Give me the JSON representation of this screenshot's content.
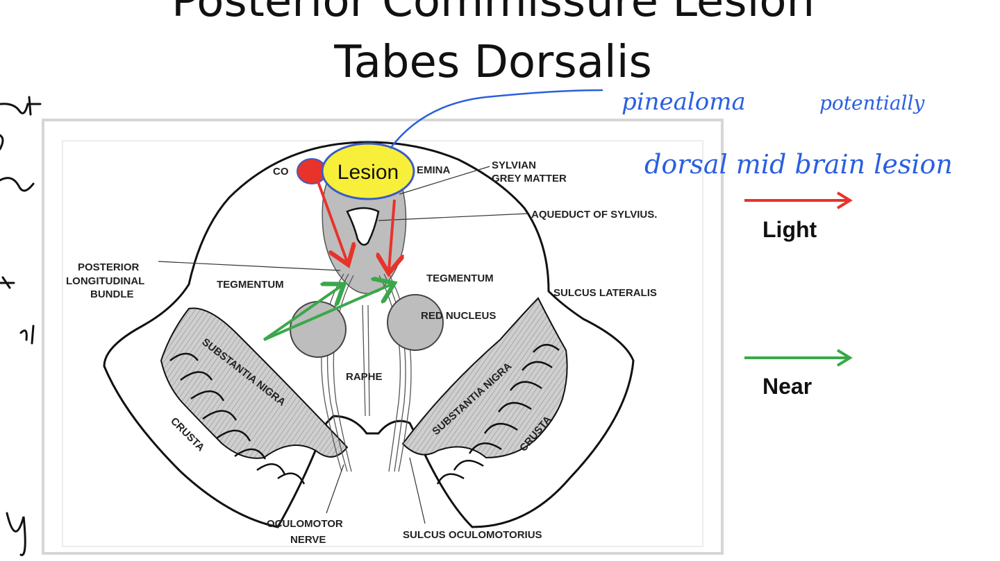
{
  "slide": {
    "title_line1": "Posterior Commissure Lesion",
    "title_line2": "Tabes Dorsalis"
  },
  "annotations": {
    "lesion": "Lesion",
    "handwritten_1": "pinealoma",
    "handwritten_2": "potentially",
    "handwritten_3": "dorsal mid brain lesion"
  },
  "diagram_labels": {
    "corpora_partial_left": "CO",
    "corpora_partial_right": "EMINA",
    "sylvian_1": "SYLVIAN",
    "sylvian_2": "GREY MATTER",
    "aqueduct": "AQUEDUCT OF SYLVIUS.",
    "posterior_1": "POSTERIOR",
    "posterior_2": "LONGITUDINAL",
    "posterior_3": "BUNDLE",
    "tegmentum_left": "TEGMENTUM",
    "tegmentum_right": "TEGMENTUM",
    "sulcus_lateralis": "SULCUS LATERALIS",
    "red_nucleus": "RED NUCLEUS",
    "raphe": "RAPHE",
    "substantia_left": "SUBSTANTIA NIGRA",
    "substantia_right": "SUBSTANTIA NIGRA",
    "crusta_left": "CRUSTA",
    "crusta_right": "CRUSTA",
    "oculomotor_1": "OCULOMOTOR",
    "oculomotor_2": "NERVE",
    "sulcus_oculomotorius": "SULCUS  OCULOMOTORIUS"
  },
  "legend": {
    "light_label": "Light",
    "near_label": "Near",
    "light_color": "#e8332a",
    "near_color": "#3aa84a"
  },
  "colors": {
    "lesion_fill": "#f7ef3a",
    "lesion_stroke": "#3b5cc8",
    "red_dot": "#e8332a",
    "handwriting": "#2a5fe0"
  }
}
